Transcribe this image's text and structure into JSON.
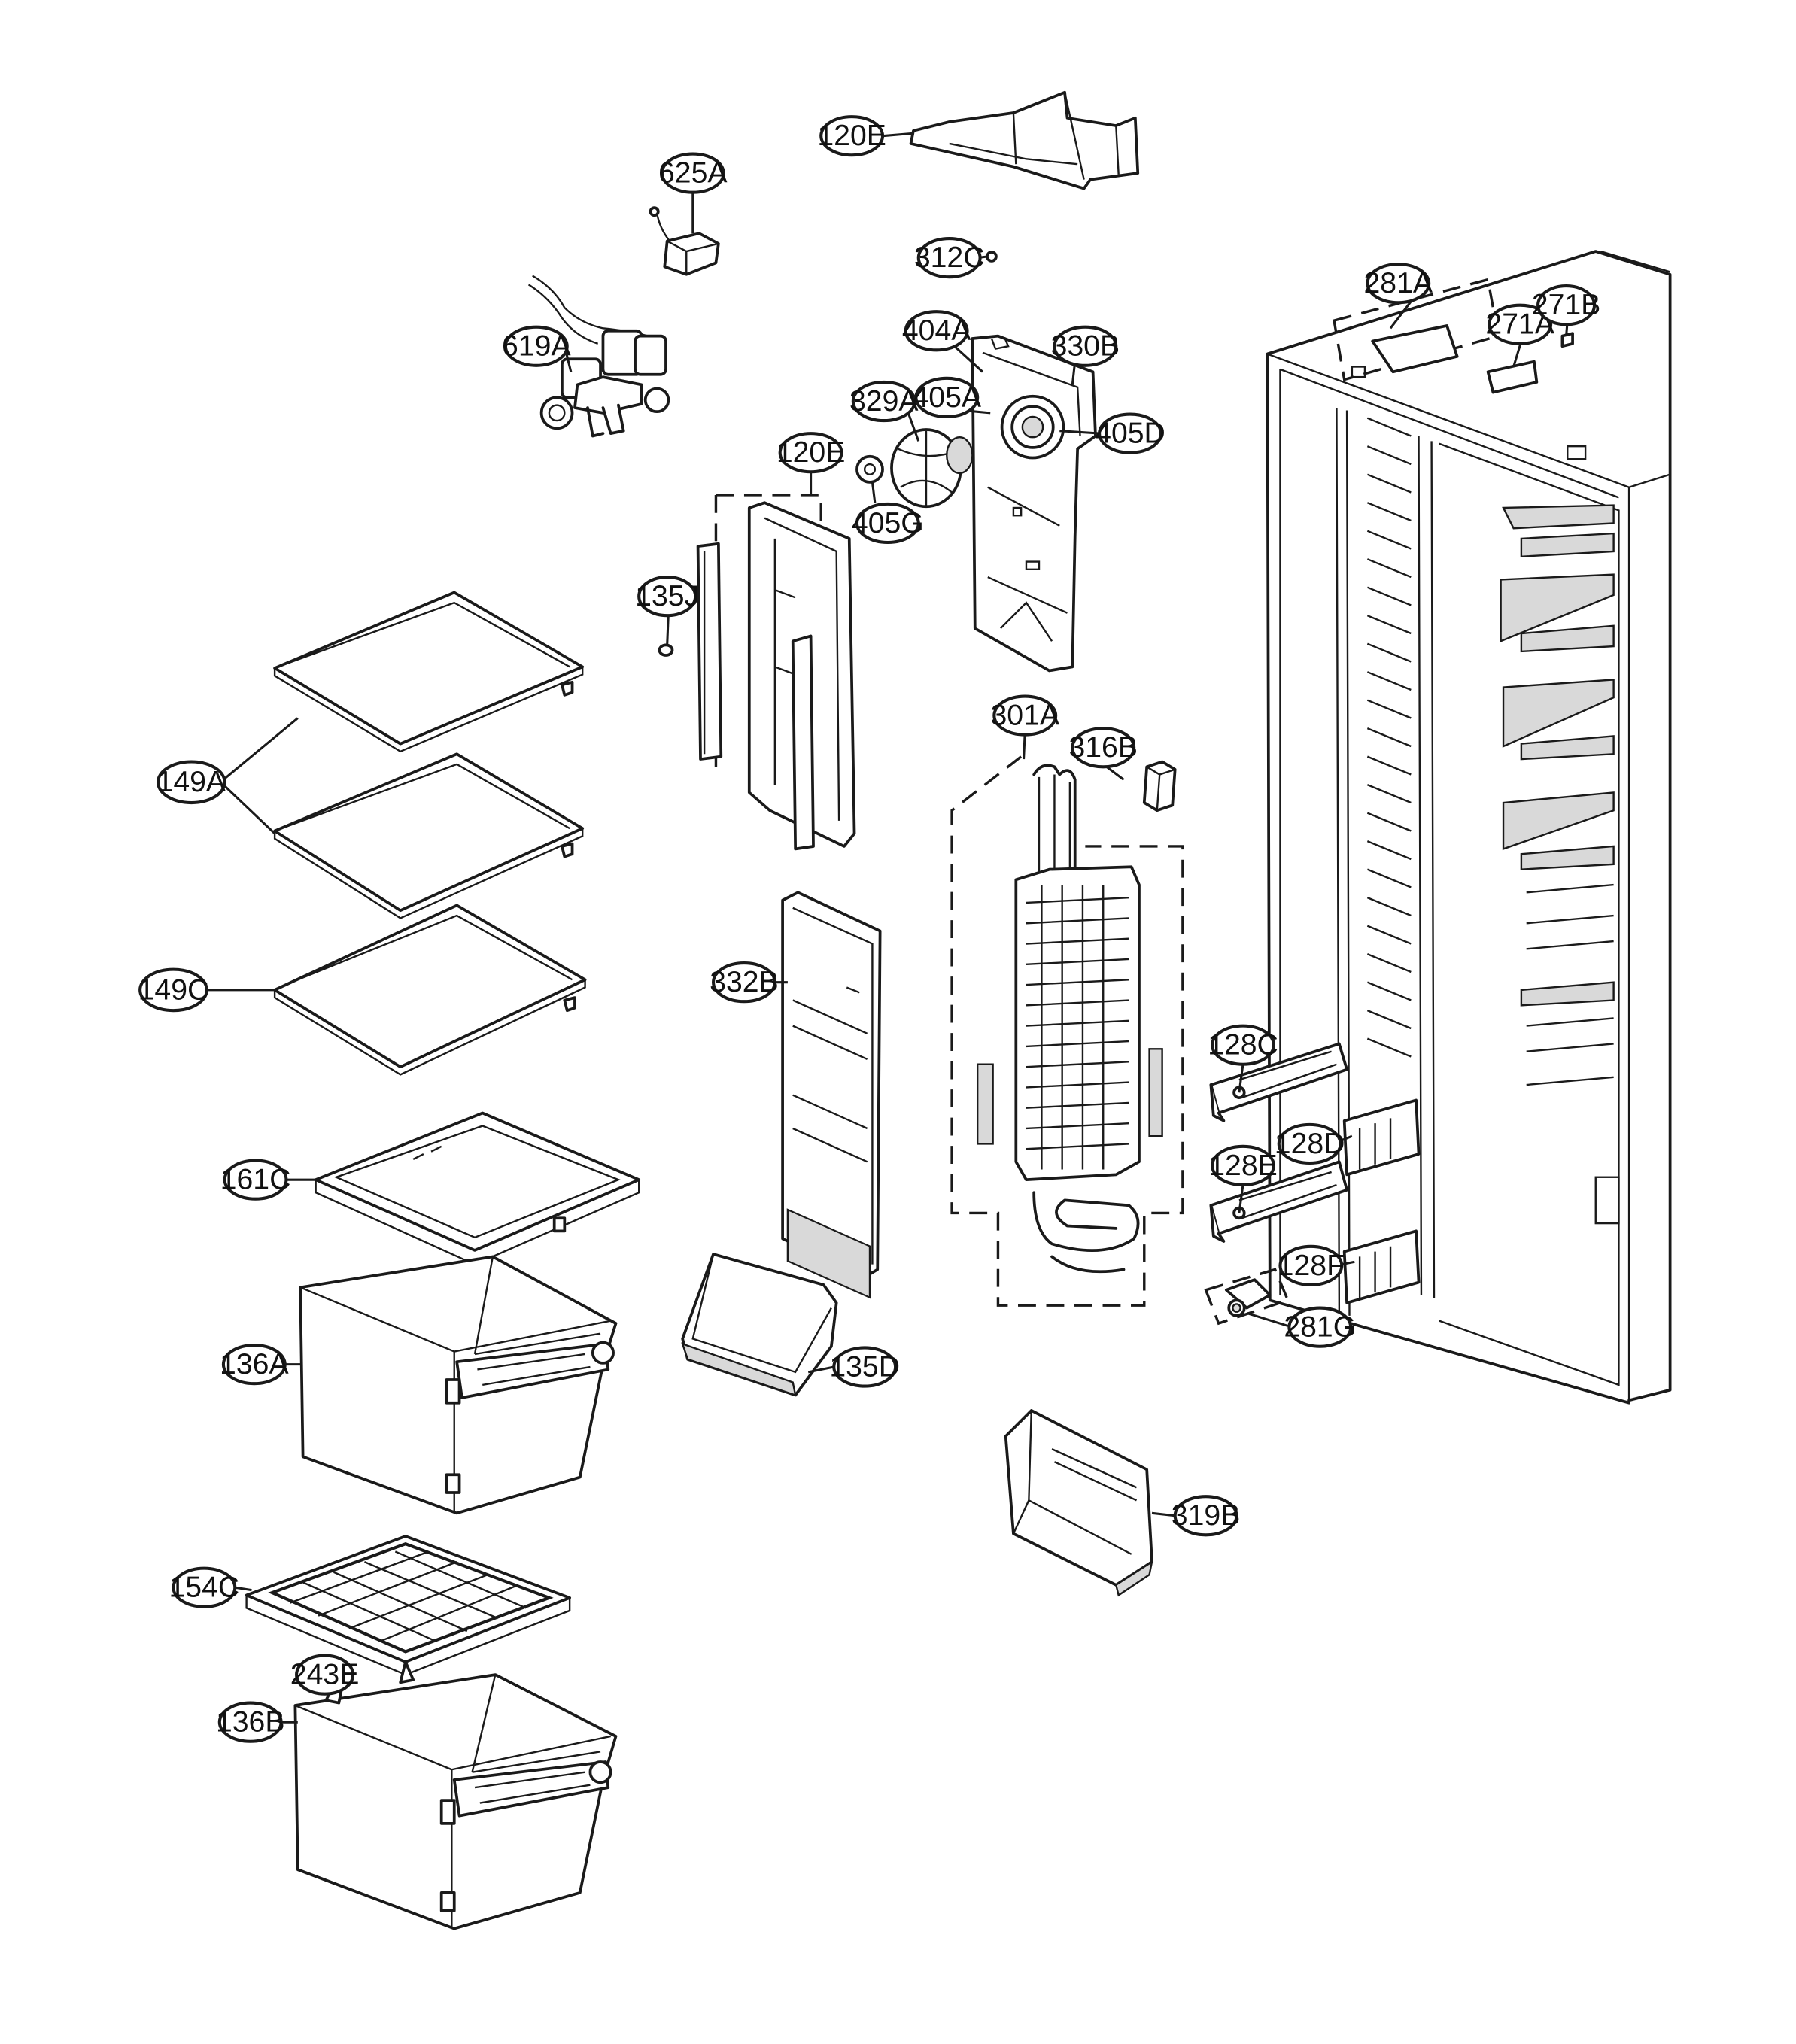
{
  "callouts": [
    {
      "id": "120E_top",
      "label": "120E"
    },
    {
      "id": "625A",
      "label": "625A"
    },
    {
      "id": "312C",
      "label": "312C"
    },
    {
      "id": "619A",
      "label": "619A"
    },
    {
      "id": "404A",
      "label": "404A"
    },
    {
      "id": "330B",
      "label": "330B"
    },
    {
      "id": "329A",
      "label": "329A"
    },
    {
      "id": "405A",
      "label": "405A"
    },
    {
      "id": "405D",
      "label": "405D"
    },
    {
      "id": "120E_mid",
      "label": "120E"
    },
    {
      "id": "405G",
      "label": "405G"
    },
    {
      "id": "135J",
      "label": "135J"
    },
    {
      "id": "281A",
      "label": "281A"
    },
    {
      "id": "271A",
      "label": "271A"
    },
    {
      "id": "271B",
      "label": "271B"
    },
    {
      "id": "301A",
      "label": "301A"
    },
    {
      "id": "316B",
      "label": "316B"
    },
    {
      "id": "149A",
      "label": "149A"
    },
    {
      "id": "149C",
      "label": "149C"
    },
    {
      "id": "332B",
      "label": "332B"
    },
    {
      "id": "128C",
      "label": "128C"
    },
    {
      "id": "128D",
      "label": "128D"
    },
    {
      "id": "128E",
      "label": "128E"
    },
    {
      "id": "128F",
      "label": "128F"
    },
    {
      "id": "281G",
      "label": "281G"
    },
    {
      "id": "161C",
      "label": "161C"
    },
    {
      "id": "135D",
      "label": "135D"
    },
    {
      "id": "136A",
      "label": "136A"
    },
    {
      "id": "319B",
      "label": "319B"
    },
    {
      "id": "154C",
      "label": "154C"
    },
    {
      "id": "243E",
      "label": "243E"
    },
    {
      "id": "136B",
      "label": "136B"
    }
  ]
}
